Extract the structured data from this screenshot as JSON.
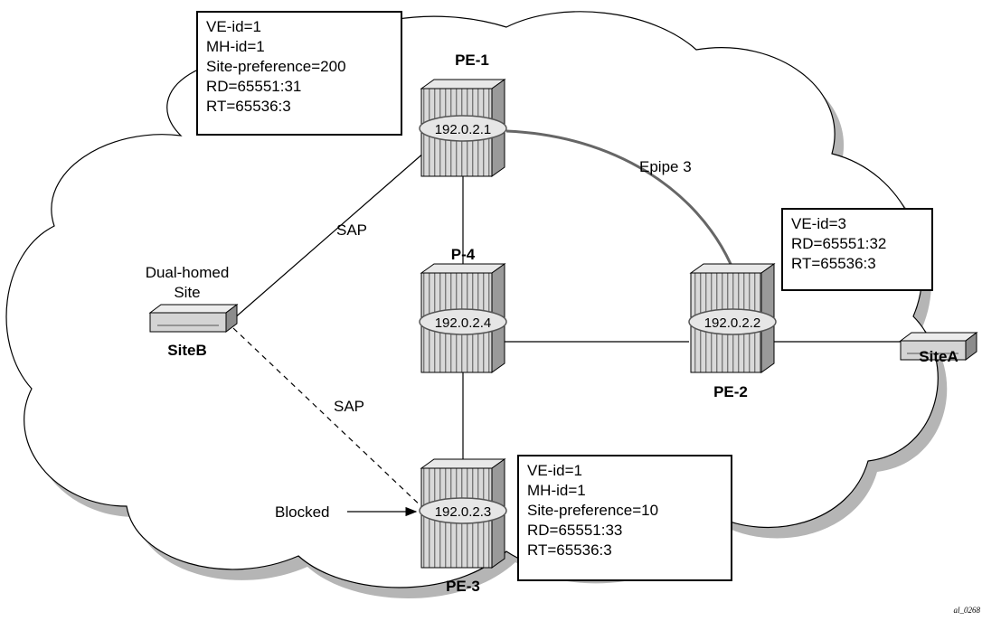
{
  "colors": {
    "cloud_shadow": "#b5b5b5",
    "router_body": "#d9d9d9",
    "router_stripe": "#7a7a7a",
    "ip_ellipse": "#e6e6e6",
    "epipe_link": "#666666",
    "line": "#000000"
  },
  "routers": {
    "pe1": {
      "name": "PE-1",
      "ip": "192.0.2.1"
    },
    "p4": {
      "name": "P-4",
      "ip": "192.0.2.4"
    },
    "pe2": {
      "name": "PE-2",
      "ip": "192.0.2.2"
    },
    "pe3": {
      "name": "PE-3",
      "ip": "192.0.2.3"
    }
  },
  "sites": {
    "siteB": {
      "name": "SiteB",
      "caption_line1": "Dual-homed",
      "caption_line2": "Site"
    },
    "siteA": {
      "name": "SiteA"
    }
  },
  "links": {
    "sap_active_label": "SAP",
    "sap_blocked_label": "SAP",
    "epipe_label": "Epipe 3",
    "blocked_label": "Blocked"
  },
  "boxes": {
    "pe1": [
      "VE-id=1",
      "MH-id=1",
      "Site-preference=200",
      "RD=65551:31",
      "RT=65536:3"
    ],
    "pe2": [
      "VE-id=3",
      "RD=65551:32",
      "RT=65536:3"
    ],
    "pe3": [
      "VE-id=1",
      "MH-id=1",
      "Site-preference=10",
      "RD=65551:33",
      "RT=65536:3"
    ]
  },
  "figure_id": "al_0268"
}
